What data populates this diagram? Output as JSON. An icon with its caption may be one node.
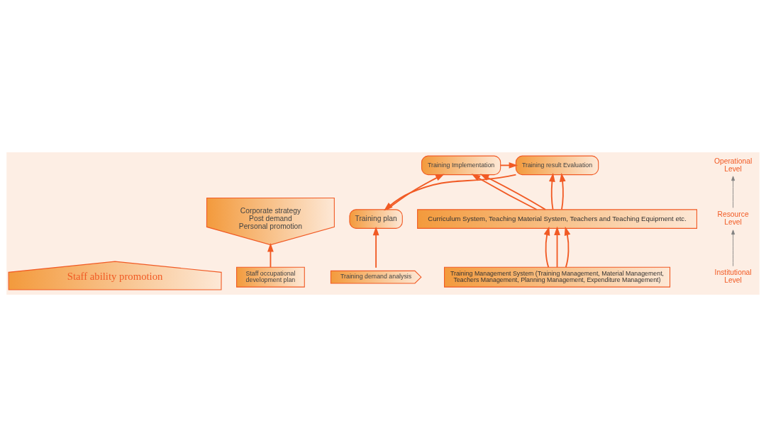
{
  "diagram": {
    "nodes": [
      {
        "text": [
          "Staff ability promotion"
        ]
      },
      {
        "text": [
          "Corporate strategy Post demand Personal promotion"
        ]
      },
      {
        "text": [
          "Staff occupational development plan"
        ]
      },
      {
        "text": [
          "Training demand analysis"
        ]
      },
      {
        "text": [
          "Training plan"
        ]
      },
      {
        "text": [
          "Training Implementation"
        ]
      },
      {
        "text": [
          "Training result Evaluation"
        ]
      },
      {
        "text": [
          "Curriculum System, Teaching Material System, Teachers and Teaching Equipment etc."
        ]
      },
      {
        "text": [
          "Training Management System (Training Management, Material Management, Teachers Management, Planning Management, Expenditure Management)"
        ]
      },
      {
        "text": [
          "Operational Level"
        ]
      },
      {
        "text": [
          "Resource Level"
        ]
      },
      {
        "text": [
          "Institutional Level"
        ]
      }
    ],
    "edges": [
      {
        "from": 3,
        "to": 4,
        "arrow": "to"
      },
      {
        "from": 4,
        "to": 5,
        "arrow": "to"
      },
      {
        "from": 5,
        "to": 6,
        "arrow": "to"
      },
      {
        "from": 6,
        "to": 4,
        "arrow": "to"
      },
      {
        "from": 8,
        "to": 7,
        "arrow": "to"
      },
      {
        "from": 8,
        "to": 7,
        "arrow": "to"
      },
      {
        "from": 8,
        "to": 7,
        "arrow": "to"
      },
      {
        "from": 7,
        "to": 6,
        "arrow": "to"
      },
      {
        "from": 7,
        "to": 6,
        "arrow": "to"
      },
      {
        "from": 7,
        "to": 5,
        "arrow": "to"
      },
      {
        "from": 7,
        "to": 5,
        "arrow": "to"
      },
      {
        "from": 2,
        "to": 1,
        "arrow": "to"
      },
      {
        "from": 11,
        "to": 10,
        "arrow": "to",
        "color": "#808080"
      },
      {
        "from": 10,
        "to": 9,
        "arrow": "to",
        "color": "#808080"
      }
    ]
  }
}
